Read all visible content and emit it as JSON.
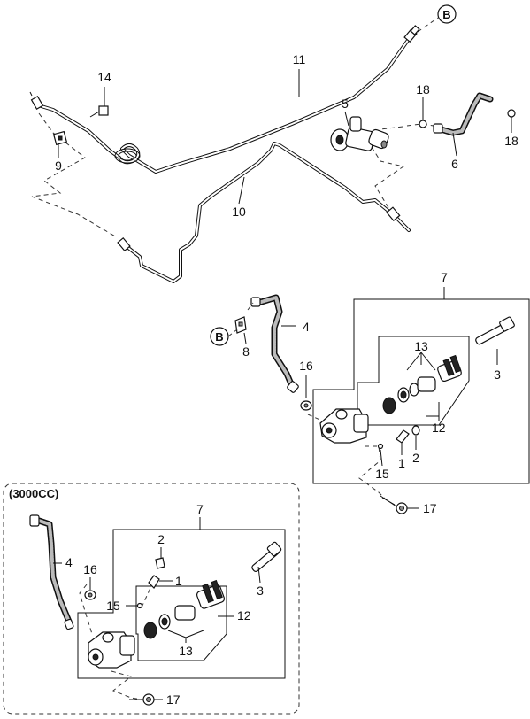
{
  "callouts": {
    "n1": "1",
    "n2": "2",
    "n3": "3",
    "n4": "4",
    "n5": "5",
    "n6": "6",
    "n7": "7",
    "n8": "8",
    "n9": "9",
    "n10": "10",
    "n11": "11",
    "n12": "12",
    "n13": "13",
    "n14": "14",
    "n15": "15",
    "n16": "16",
    "n17": "17",
    "n18": "18"
  },
  "connector": "B",
  "variant_label": "(3000CC)"
}
